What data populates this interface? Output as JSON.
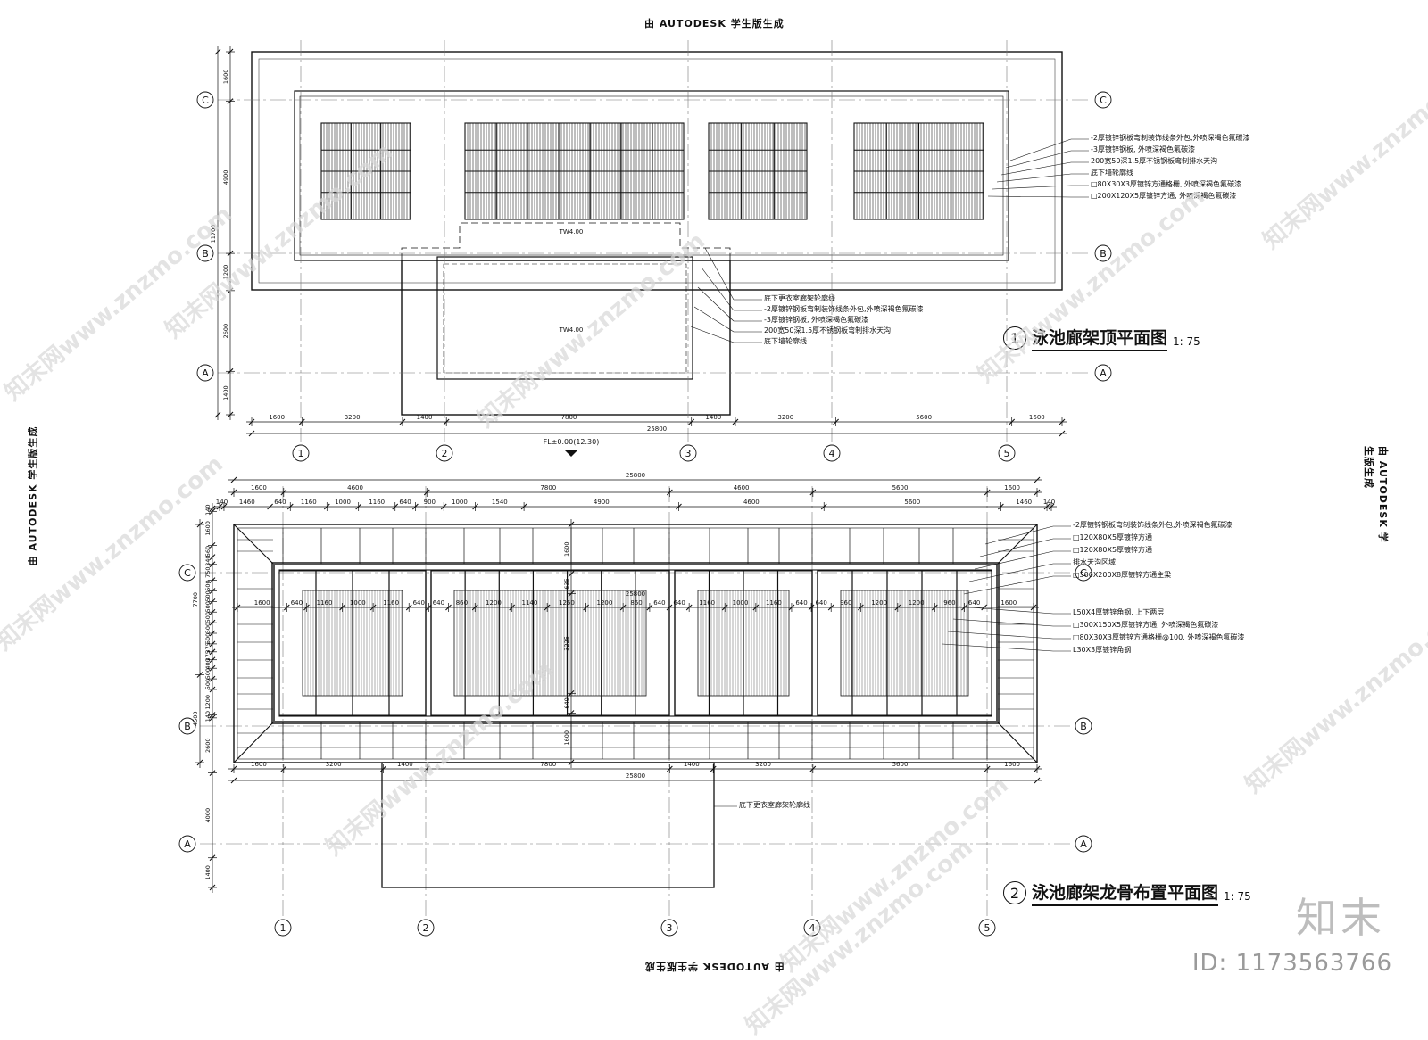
{
  "stamp": "由 AUTODESK 学生版生成",
  "plan1": {
    "num": "1",
    "title": "泳池廊架顶平面图",
    "scale": "1: 75",
    "level_tags": [
      "TW4.00",
      "TW4.00"
    ],
    "fl_mark": "FL±0.00(12.30)",
    "dims_bottom": [
      "1600",
      "3200",
      "1400",
      "7800",
      "1400",
      "3200",
      "5600",
      "1600"
    ],
    "dim_total": "25800",
    "dims_left": [
      "1600",
      "4900",
      "1200",
      "2600",
      "1400"
    ],
    "dim_left_total": "11700",
    "notes_right": [
      "-2厚镀锌钢板弯制装饰线条外包,外喷深褐色氟碳漆",
      "-3厚镀锌钢板, 外喷深褐色氟碳漆",
      "200宽50深1.5厚不锈钢板弯制排水天沟",
      "底下墙轮廓线",
      "□80X30X3厚镀锌方通格栅, 外喷深褐色氟碳漆",
      "□200X120X5厚镀锌方通, 外喷深褐色氟碳漆"
    ],
    "notes_mid": [
      "底下更衣室廊架轮廓线",
      "-2厚镀锌钢板弯制装饰线条外包,外喷深褐色氟碳漆",
      "-3厚镀锌钢板, 外喷深褐色氟碳漆",
      "200宽50深1.5厚不锈钢板弯制排水天沟",
      "底下墙轮廓线"
    ]
  },
  "plan2": {
    "num": "2",
    "title": "泳池廊架龙骨布置平面图",
    "scale": "1: 75",
    "dims_top1": [
      "1600",
      "4600",
      "7800",
      "4600",
      "5600",
      "1600"
    ],
    "dims_top2": [
      "140",
      "1460",
      "640",
      "1160",
      "1000",
      "1160",
      "640",
      "900",
      "1000",
      "1540",
      "4900",
      "4600",
      "5600",
      "1460",
      "140"
    ],
    "dim_top_total": "25800",
    "dims_inner": [
      "1600",
      "640",
      "1160",
      "1000",
      "1160",
      "640",
      "640",
      "860",
      "1200",
      "1140",
      "1260",
      "1200",
      "860",
      "640",
      "640",
      "1160",
      "1000",
      "1160",
      "640",
      "640",
      "960",
      "1200",
      "1200",
      "960",
      "640",
      "1600"
    ],
    "dim_inner_total": "25800",
    "dims_inner_vert": [
      "1600",
      "635",
      "3225",
      "640",
      "1600"
    ],
    "dims_bottom": [
      "1600",
      "3200",
      "1400",
      "7800",
      "1400",
      "3200",
      "5600",
      "1600"
    ],
    "dim_total": "25800",
    "dims_left": [
      "140",
      "1600",
      "560",
      "340",
      "750",
      "500",
      "500",
      "500",
      "500",
      "500",
      "500",
      "375",
      "375",
      "400",
      "500",
      "500",
      "1200",
      "140",
      "2600",
      "4000",
      "1400"
    ],
    "dims_left_big": [
      "7700",
      "4500"
    ],
    "notes_right": [
      "-2厚镀锌钢板弯制装饰线条外包,外喷深褐色氟碳漆",
      "□120X80X5厚镀锌方通",
      "□120X80X5厚镀锌方通",
      "排水天沟区域",
      "□300X200X8厚镀锌方通主梁",
      "L50X4厚镀锌角钢, 上下两层",
      "□300X150X5厚镀锌方通, 外喷深褐色氟碳漆",
      "□80X30X3厚镀锌方通格栅@100, 外喷深褐色氟碳漆",
      "L30X3厚镀锌角钢"
    ],
    "note_bottom": "底下更衣室廊架轮廓线"
  },
  "grid": {
    "cols": [
      "1",
      "2",
      "3",
      "4",
      "5"
    ],
    "rows": [
      "C",
      "B",
      "A"
    ]
  },
  "watermarks": [
    "知末网www.znzmo.com",
    "知末网www.znzmo.com",
    "知末网www.znzmo.com",
    "知末网www.znzmo.com",
    "知末网www.znzmo.com",
    "知末网www.znzmo.com",
    "知末网www.znzmo.com",
    "知末网www.znzmo.com",
    "知末网www.znzmo.com",
    "知末网www.znzmo.com"
  ],
  "brand": "知末",
  "id_text": "ID: 1173563766"
}
